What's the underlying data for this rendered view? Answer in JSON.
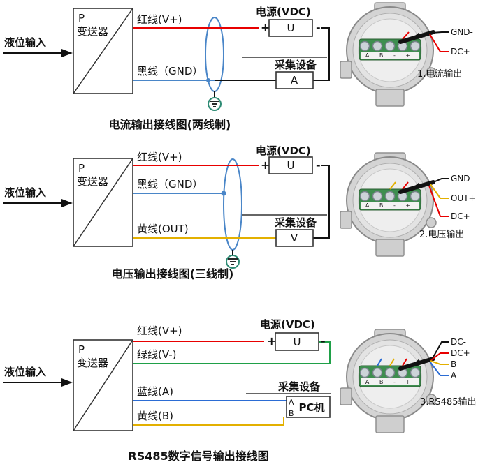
{
  "colors": {
    "red": "#e80000",
    "black": "#111111",
    "yellow": "#e3b000",
    "green": "#1fa048",
    "blue": "#2b6cd4",
    "shield_blue": "#4a86c8",
    "ground_teal": "#2e8b74",
    "terminal_green": "#3e8e4f"
  },
  "sections": [
    {
      "input_label": "液位输入",
      "transmitter": {
        "line1": "P",
        "line2": "变送器"
      },
      "wires": [
        {
          "name": "red",
          "label": "红线(V+)",
          "color": "#e80000"
        },
        {
          "name": "black-gnd",
          "label": "黑线（GND）",
          "color": "#111111"
        }
      ],
      "power": {
        "title": "电源(VDC)",
        "plus": "+",
        "minus": "-",
        "unit": "U"
      },
      "collector": {
        "title": "采集设备",
        "unit": "A"
      },
      "caption": "电流输出接线图(两线制)",
      "device": {
        "terminal_row": "A B - +",
        "pins": [
          {
            "label": "GND-",
            "color": "#111111"
          },
          {
            "label": "DC+",
            "color": "#e80000"
          }
        ],
        "caption": "1.电流输出"
      }
    },
    {
      "input_label": "液位输入",
      "transmitter": {
        "line1": "P",
        "line2": "变送器"
      },
      "wires": [
        {
          "name": "red",
          "label": "红线(V+)",
          "color": "#e80000"
        },
        {
          "name": "black-gnd",
          "label": "黑线（GND）",
          "color": "#111111"
        },
        {
          "name": "yellow-out",
          "label": "黄线(OUT)",
          "color": "#e3b000"
        }
      ],
      "power": {
        "title": "电源(VDC)",
        "plus": "+",
        "minus": "-",
        "unit": "U"
      },
      "collector": {
        "title": "采集设备",
        "unit": "V"
      },
      "caption": "电压输出接线图(三线制)",
      "device": {
        "terminal_row": "A B - +",
        "pins": [
          {
            "label": "GND-",
            "color": "#111111"
          },
          {
            "label": "OUT+",
            "color": "#e3b000"
          },
          {
            "label": "DC+",
            "color": "#e80000"
          }
        ],
        "caption": "2.电压输出"
      }
    },
    {
      "input_label": "液位输入",
      "transmitter": {
        "line1": "P",
        "line2": "变送器"
      },
      "wires": [
        {
          "name": "red",
          "label": "红线(V+)",
          "color": "#e80000"
        },
        {
          "name": "green",
          "label": "绿线(V-)",
          "color": "#1fa048"
        },
        {
          "name": "blue-a",
          "label": "蓝线(A)",
          "color": "#2b6cd4"
        },
        {
          "name": "yellow-b",
          "label": "黄线(B)",
          "color": "#e3b000"
        }
      ],
      "power": {
        "title": "电源(VDC)",
        "plus": "+",
        "minus": "-",
        "unit": "U"
      },
      "collector": {
        "title": "采集设备",
        "unit": "PC机",
        "pin_a": "A",
        "pin_b": "B"
      },
      "caption": "RS485数字信号输出接线图",
      "device": {
        "terminal_row": "A B - +",
        "pins": [
          {
            "label": "DC-",
            "color": "#111111"
          },
          {
            "label": "DC+",
            "color": "#e80000"
          },
          {
            "label": "B",
            "color": "#e3b000"
          },
          {
            "label": "A",
            "color": "#2b6cd4"
          }
        ],
        "caption": "3.RS485输出"
      }
    }
  ]
}
